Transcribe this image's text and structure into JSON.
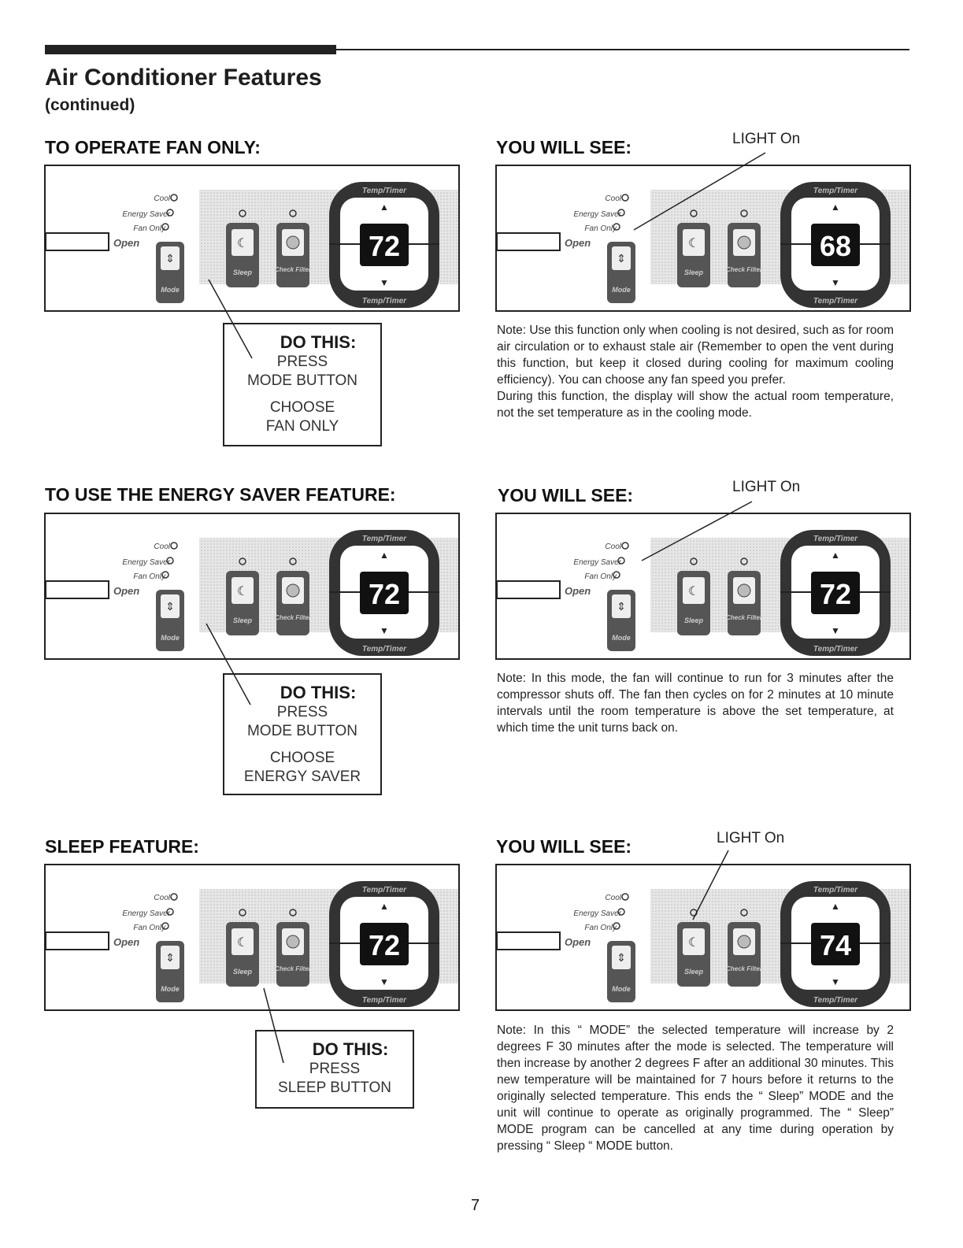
{
  "header": {
    "title": "Air Conditioner Features",
    "subtitle": "(continued)"
  },
  "panel_labels": {
    "mode_cool": "Cool",
    "mode_energy_saver": "Energy Saver",
    "mode_fan_only": "Fan Only",
    "open": "Open",
    "mode_button": "Mode",
    "sleep_button": "Sleep",
    "check_filter": "Check Filter",
    "temp_timer": "Temp/Timer"
  },
  "sections": [
    {
      "heading": "TO OPERATE FAN ONLY:",
      "display_left": "72",
      "do_this": {
        "title": "DO THIS:",
        "lines": [
          "PRESS",
          "MODE BUTTON",
          "CHOOSE",
          "FAN ONLY"
        ]
      },
      "you_will_see": "YOU WILL SEE:",
      "light_label": "LIGHT On",
      "display_right": "68",
      "note": "Note: Use this function only when cooling is not desired, such as for room air circulation or to exhaust stale air (Remember to open the vent during this function, but keep it closed during cooling for maximum cooling efficiency). You can choose any fan speed you prefer.",
      "note2": "During this function, the display will show the actual room temperature, not the set temperature as in the cooling mode."
    },
    {
      "heading": "TO USE THE ENERGY SAVER FEATURE:",
      "display_left": "72",
      "do_this": {
        "title": "DO THIS:",
        "lines": [
          "PRESS",
          "MODE BUTTON",
          "CHOOSE",
          "ENERGY SAVER"
        ]
      },
      "you_will_see": "YOU WILL SEE:",
      "light_label": "LIGHT On",
      "display_right": "72",
      "note": "Note: In this mode, the fan will continue to run for 3 minutes after the compressor shuts off. The fan then cycles on for 2 minutes at 10 minute intervals until the room temperature is above the set temperature, at which time the unit turns back on.",
      "note2": ""
    },
    {
      "heading": "SLEEP FEATURE:",
      "display_left": "72",
      "do_this": {
        "title": "DO THIS:",
        "lines": [
          "PRESS",
          "SLEEP BUTTON"
        ]
      },
      "you_will_see": "YOU WILL SEE:",
      "light_label": "LIGHT On",
      "display_right": "74",
      "note": "Note: In this “ MODE” the selected temperature will increase by 2 degrees F 30 minutes after the mode is selected. The temperature will then increase by another 2 degrees F after an additional 30 minutes. This new temperature will be maintained for 7 hours before it returns to the originally selected temperature. This ends the “ Sleep” MODE and the unit will continue to operate as originally programmed. The “ Sleep” MODE program can be cancelled at any time during operation by pressing “ Sleep “ MODE button.",
      "note2": ""
    }
  ],
  "page_number": "7"
}
